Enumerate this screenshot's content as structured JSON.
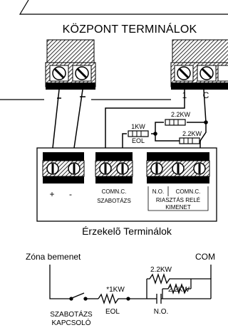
{
  "panel": {
    "title": "KÖZPONT TERMINÁLOK",
    "terminal_1": "1",
    "terminal_c": "C"
  },
  "upper_resistors": {
    "r1_value": "1KW",
    "r1_tag": "EOL",
    "r2_value": "2.2KW",
    "r3_value": "2.2KW"
  },
  "sensor_board": {
    "title": "Érzekelõ Terminálok",
    "plus": "+",
    "minus": "-",
    "tamper_terms": "COMN.C.",
    "tamper_label": "SZABOTÁZS",
    "relay_terms_no": "N.O.",
    "relay_terms_com": "COMN.C.",
    "relay_label_1": "RIASZTÁS RELÉ",
    "relay_label_2": "KIMENET"
  },
  "schematic": {
    "zone_input": "Zóna bemenet",
    "com": "COM",
    "eol_value": "*1KW",
    "eol_tag": "EOL",
    "r_top": "2.2KW",
    "r_mid": "2.2KW",
    "no_label": "N.O.",
    "tamper_switch_1": "SZABOTÁZS",
    "tamper_switch_2": "KAPCSOLÓ"
  }
}
